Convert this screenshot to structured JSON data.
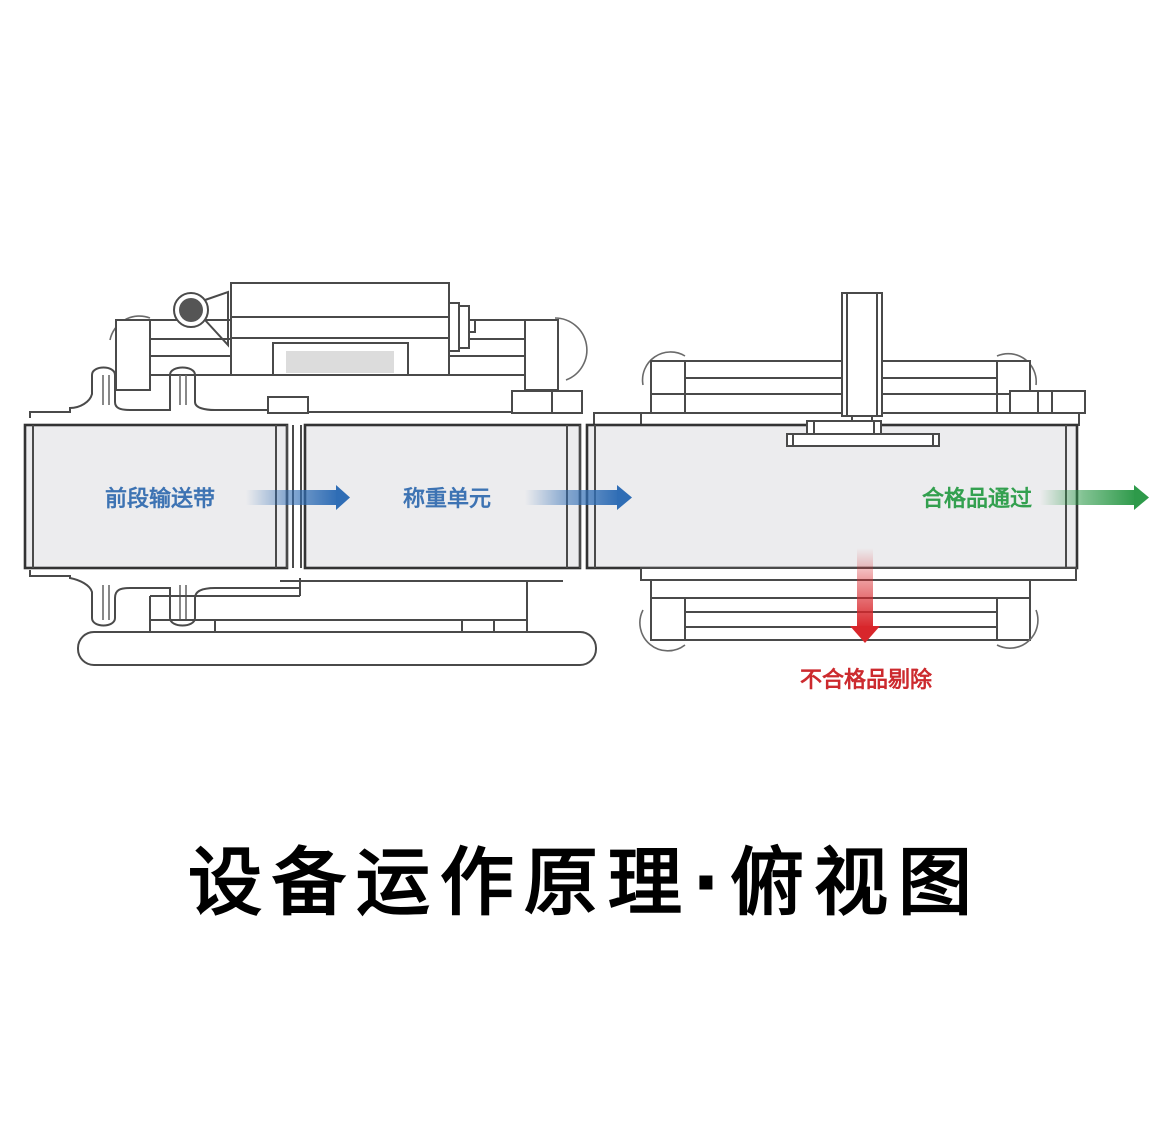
{
  "title": "设备运作原理·俯视图",
  "labels": {
    "front_conveyor": "前段输送带",
    "weighing_unit": "称重单元",
    "pass": "合格品通过",
    "reject": "不合格品剔除"
  },
  "colors": {
    "flow_blue": "#2f6db5",
    "pass_green": "#2e9a4a",
    "reject_red": "#d8262b",
    "belt_fill": "#ececee",
    "line": "#4a4a4a",
    "title": "#000000"
  },
  "icons": {
    "flow_arrow_1": "arrow-right",
    "flow_arrow_2": "arrow-right",
    "pass_arrow": "arrow-right",
    "reject_arrow": "arrow-down",
    "motor": "motor-circle"
  }
}
